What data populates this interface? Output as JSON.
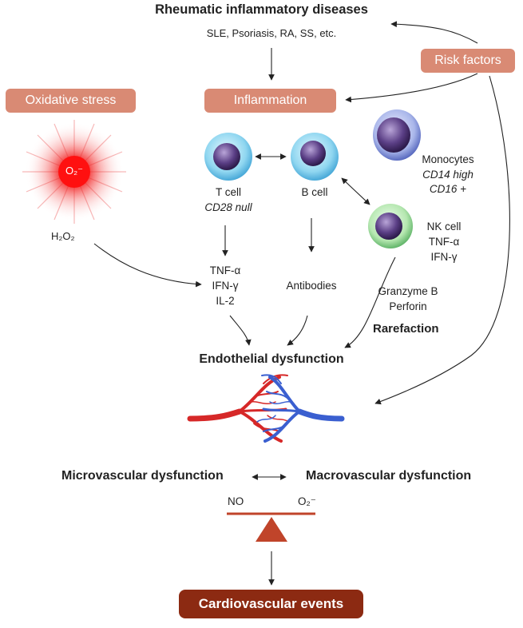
{
  "title": "Rheumatic  inflammatory diseases",
  "subtitle": "SLE, Psoriasis, RA, SS, etc.",
  "boxes": {
    "risk": "Risk factors",
    "oxidative": "Oxidative stress",
    "inflammation": "Inflammation",
    "cardio": "Cardiovascular events"
  },
  "ros": {
    "superoxide": "O₂⁻",
    "peroxide": "H₂O₂"
  },
  "cells": {
    "tcell": "T cell",
    "tcell_sub": "CD28 null",
    "bcell": "B cell",
    "mono": "Monocytes",
    "mono_sub1": "CD14 high",
    "mono_sub2": "CD16 +",
    "nk": "NK cell",
    "nk_1": "TNF-α",
    "nk_2": "IFN-γ"
  },
  "cytokines": [
    "TNF-α",
    "IFN-γ",
    "IL-2"
  ],
  "antibodies": "Antibodies",
  "granzyme": "Granzyme B",
  "perforin": "Perforin",
  "rarefaction": "Rarefaction",
  "endothelial": "Endothelial dysfunction",
  "micro": "Microvascular dysfunction",
  "macro": "Macrovascular dysfunction",
  "no": "NO",
  "o2": "O₂⁻",
  "colors": {
    "box": "#d98a74",
    "box_dark": "#8c2a12",
    "balance": "#c0442a",
    "artery": "#d62828",
    "vein": "#3a5fd0"
  }
}
